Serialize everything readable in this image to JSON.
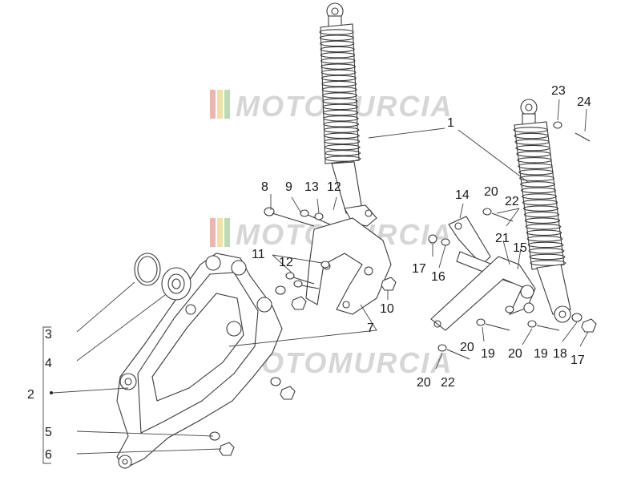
{
  "watermark": {
    "text": "MOTOMURCIA",
    "colors": {
      "red": "#e9b7b2",
      "yellow": "#eee2a6",
      "green": "#b9dcb3",
      "text": "#d6d6d6"
    }
  },
  "callouts": {
    "c1": "1",
    "c2": "2",
    "c3": "3",
    "c4": "4",
    "c5": "5",
    "c6": "6",
    "c7": "7",
    "c8": "8",
    "c9": "9",
    "c10": "10",
    "c11": "11",
    "c12a": "12",
    "c12b": "12",
    "c13": "13",
    "c14": "14",
    "c15": "15",
    "c16": "16",
    "c17a": "17",
    "c17b": "17",
    "c18": "18",
    "c19a": "19",
    "c19b": "19",
    "c20a": "20",
    "c20b": "20",
    "c20c": "20",
    "c20d": "20",
    "c21": "21",
    "c22a": "22",
    "c22b": "22",
    "c23": "23",
    "c24": "24"
  }
}
